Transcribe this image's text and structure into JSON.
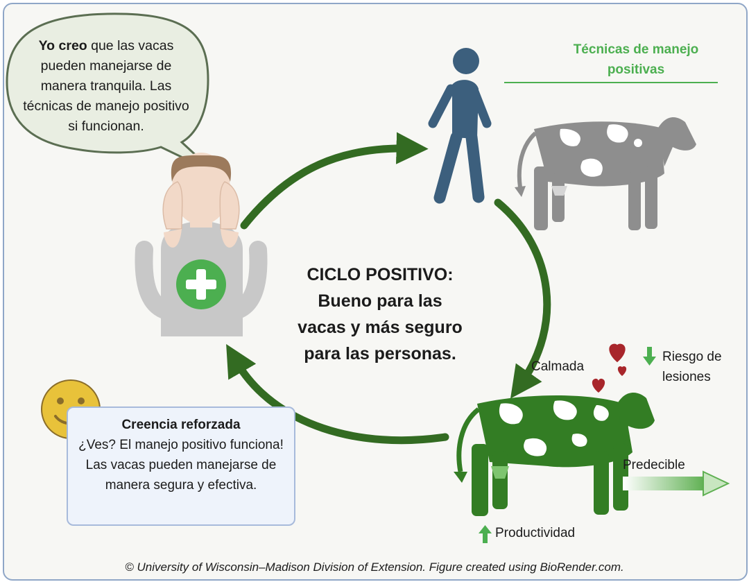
{
  "bubble": {
    "bold": "Yo creo",
    "rest": " que las vacas pueden manejarse de manera tranquila. Las técnicas de manejo positivo si funcionan."
  },
  "heading": {
    "line1": "Técnicas de manejo",
    "line2": "positivas"
  },
  "center": {
    "line1": "CICLO POSITIVO:",
    "line2": "Bueno para las",
    "line3": "vacas y más seguro",
    "line4": "para las personas."
  },
  "outcomes": {
    "calm": "Calmada",
    "risk_line1": "Riesgo de",
    "risk_line2": "lesiones",
    "predictable": "Predecible",
    "productivity": "Productividad"
  },
  "belief": {
    "title": "Creencia reforzada",
    "body": "¿Ves? El manejo positivo funciona! Las vacas pueden manejarse de manera segura y efectiva."
  },
  "credit": "© University of Wisconsin–Madison Division of Extension. Figure created using BioRender.com.",
  "colors": {
    "cycle_arrow": "#336b22",
    "cow_green": "#337d24",
    "cow_gray": "#8e8e8e",
    "walker": "#3c5f7d",
    "plus_badge": "#4caf50",
    "heading": "#4caf50",
    "heart": "#a8262b",
    "smiley": "#e8c23a"
  },
  "icons": [
    "speech-bubble",
    "worried-person-icon",
    "plus-icon",
    "walking-person-icon",
    "cow-gray-icon",
    "cow-green-icon",
    "heart-icon",
    "down-arrow-icon",
    "up-arrow-icon",
    "right-arrow-icon",
    "smiley-icon"
  ]
}
